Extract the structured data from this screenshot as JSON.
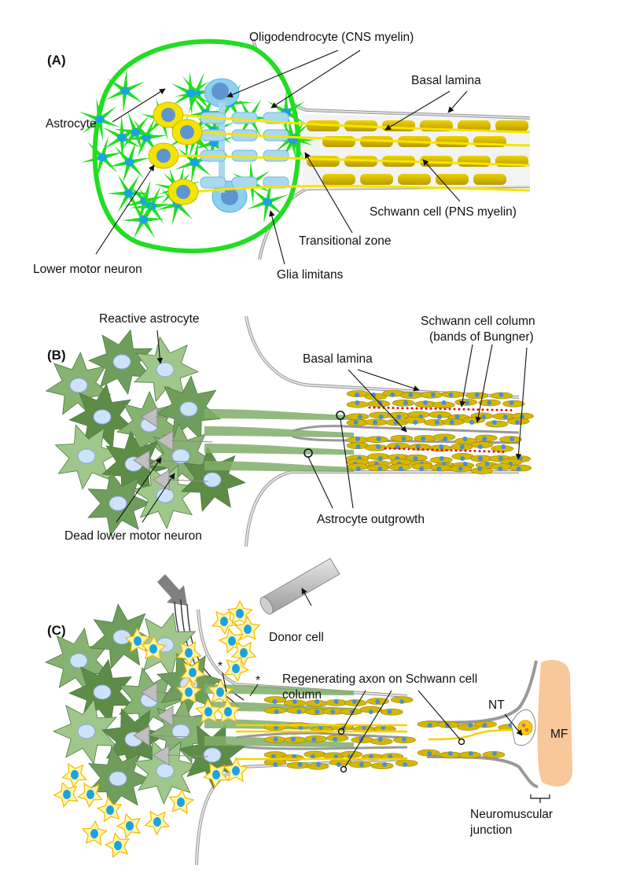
{
  "figure": {
    "panels": [
      {
        "id": "A",
        "label": "(A)",
        "annotations": {
          "oligodendrocyte": "Oligodendrocyte (CNS myelin)",
          "basal_lamina": "Basal lamina",
          "astrocyte": "Astrocyte",
          "schwann_cell": "Schwann cell (PNS myelin)",
          "transitional_zone": "Transitional zone",
          "lower_motor_neuron": "Lower motor neuron",
          "glia_limitans": "Glia limitans"
        }
      },
      {
        "id": "B",
        "label": "(B)",
        "annotations": {
          "reactive_astrocyte": "Reactive astrocyte",
          "schwann_column_line1": "Schwann cell column",
          "schwann_column_line2": "(bands of Bungner)",
          "basal_lamina": "Basal lamina",
          "dead_neuron": "Dead lower motor neuron",
          "astrocyte_outgrowth": "Astrocyte outgrowth"
        }
      },
      {
        "id": "C",
        "label": "(C)",
        "annotations": {
          "donor_cell": "Donor cell",
          "regen_line1": "Regenerating axon on Schwann cell",
          "regen_line2": "column",
          "asterisk": "*",
          "nt": "NT",
          "mf": "MF",
          "nmj_line1": "Neuromuscular",
          "nmj_line2": "junction"
        }
      }
    ],
    "colors": {
      "astrocyte_green": "#22dd22",
      "reactive_astrocyte": "#7fae6a",
      "neuron_yellow": "#f5e400",
      "schwann_gold": "#d4b800",
      "oligodendrocyte_blue": "#8ccfef",
      "nucleus_blue": "#1aa3e0",
      "basal_lamina_gray": "#b9b9b9",
      "donor_cell_yellow": "#fff6a8",
      "muscle_fiber": "#f8c79a",
      "bands_marker_red": "#e01010"
    }
  }
}
